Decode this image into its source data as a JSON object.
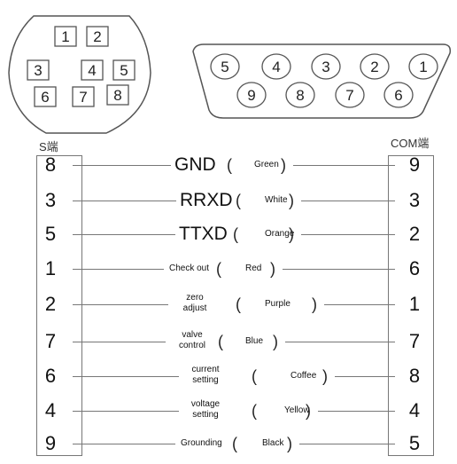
{
  "s_connector": {
    "label": "S端",
    "face_pins": [
      "1",
      "2",
      "3",
      "4",
      "5",
      "6",
      "7",
      "8"
    ]
  },
  "com_connector": {
    "label": "COM端",
    "face_top": [
      "5",
      "4",
      "3",
      "2",
      "1"
    ],
    "face_bottom": [
      "9",
      "8",
      "7",
      "6"
    ]
  },
  "rows": [
    {
      "s": "8",
      "signal": "GND",
      "color": "Green",
      "com": "9"
    },
    {
      "s": "3",
      "signal": "RRXD",
      "color": "White",
      "com": "3"
    },
    {
      "s": "5",
      "signal": "TTXD",
      "color": "Orange",
      "com": "2"
    },
    {
      "s": "1",
      "signal": "Check out",
      "color": "Red",
      "com": "6"
    },
    {
      "s": "2",
      "signal": "zero adjust",
      "color": "Purple",
      "com": "1"
    },
    {
      "s": "7",
      "signal": "valve control",
      "color": "Blue",
      "com": "7"
    },
    {
      "s": "6",
      "signal": "current setting",
      "color": "Coffee",
      "com": "8"
    },
    {
      "s": "4",
      "signal": "voltage setting",
      "color": "Yellow",
      "com": "4"
    },
    {
      "s": "9",
      "signal": "Grounding",
      "color": "Black",
      "com": "5"
    }
  ]
}
